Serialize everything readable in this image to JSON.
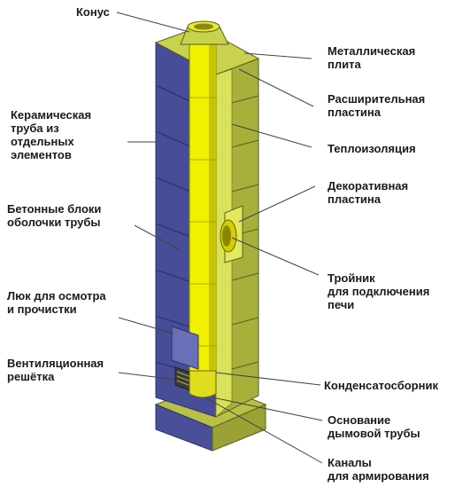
{
  "labels": {
    "cone": [
      "Конус"
    ],
    "metal_plate": [
      "Металлическая",
      "плита"
    ],
    "expansion_plate": [
      "Расширительная",
      "пластина"
    ],
    "insulation": [
      "Теплоизоляция"
    ],
    "decorative_plate": [
      "Декоративная",
      "пластина"
    ],
    "tee": [
      "Тройник",
      "для подключения",
      "печи"
    ],
    "condensate": [
      "Конденсатосборник"
    ],
    "base": [
      "Основание",
      "дымовой трубы"
    ],
    "channels": [
      "Каналы",
      "для армирования"
    ],
    "ceramic_pipe": [
      "Керамическая",
      "труба из",
      "отдельных",
      "элементов"
    ],
    "concrete_blocks": [
      "Бетонные блоки",
      "оболочки трубы"
    ],
    "hatch": [
      "Люк для осмотра",
      "и прочистки"
    ],
    "vent_grille": [
      "Вентиляционная",
      "решётка"
    ]
  },
  "colors": {
    "shell_front": "#474d96",
    "shell_side": "#a6b03a",
    "shell_top": "#c8d24e",
    "block_joint": "#2f3470",
    "insulation": "#d9e25a",
    "inner_pipe": "#f0f000",
    "inner_pipe_shadow": "#c9c400",
    "base_front": "#4a5098",
    "base_top": "#b8c045"
  }
}
